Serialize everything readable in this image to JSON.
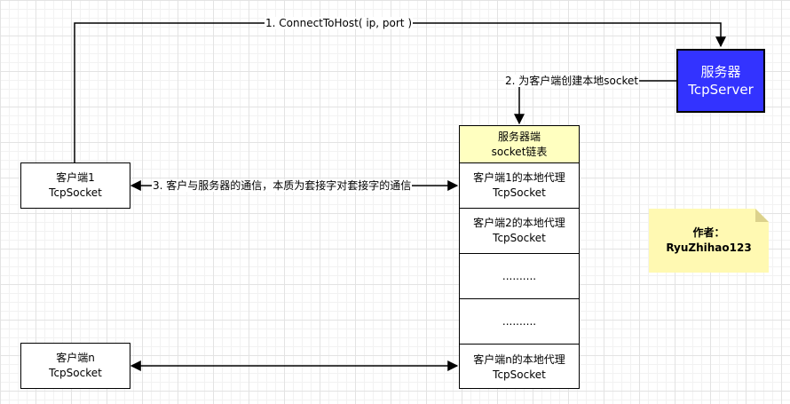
{
  "client1": {
    "line1": "客户端1",
    "line2": "TcpSocket"
  },
  "clientn": {
    "line1": "客户端n",
    "line2": "TcpSocket"
  },
  "server": {
    "line1": "服务器",
    "line2": "TcpServer"
  },
  "socket_list": {
    "header_line1": "服务器端",
    "header_line2": "socket链表",
    "rows": [
      {
        "line1": "客户端1的本地代理",
        "line2": "TcpSocket"
      },
      {
        "line1": "客户端2的本地代理",
        "line2": "TcpSocket"
      },
      {
        "line1": "..........",
        "line2": ""
      },
      {
        "line1": "..........",
        "line2": ""
      },
      {
        "line1": "客户端n的本地代理",
        "line2": "TcpSocket"
      }
    ]
  },
  "edges": {
    "step1": "1. ConnectToHost( ip, port )",
    "step2": "2. 为客户端创建本地socket",
    "step3": "3. 客户与服务器的通信，本质为套接字对套接字的通信"
  },
  "author_note": {
    "line1": "作者：",
    "line2": "RyuZhihao123"
  },
  "colors": {
    "server_fill": "#3333ff",
    "list_header_fill": "#ffffc0",
    "note_fill": "#fff9b2"
  }
}
